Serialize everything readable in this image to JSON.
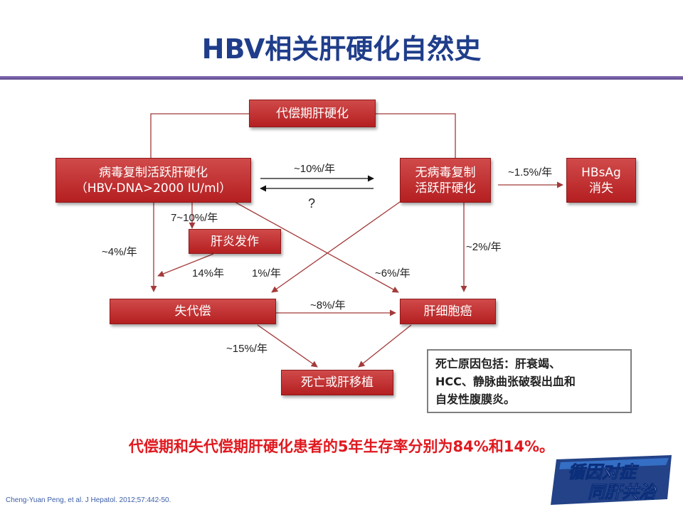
{
  "title": "HBV相关肝硬化自然史",
  "nodes": {
    "compensated": "代偿期肝硬化",
    "active_line1": "病毒复制活跃肝硬化",
    "active_line2": "（HBV-DNA>2000 IU/ml）",
    "inactive_line1": "无病毒复制",
    "inactive_line2": "活跃肝硬化",
    "hbsag_line1": "HBsAg",
    "hbsag_line2": "消失",
    "flare": "肝炎发作",
    "decompensation": "失代偿",
    "hcc": "肝细胞癌",
    "death": "死亡或肝移植"
  },
  "labels": {
    "active_to_inactive": "~10%/年",
    "inactive_to_active": "?",
    "inactive_to_hbsag": "~1.5%/年",
    "active_to_flare": "7~10%/年",
    "active_to_decomp": "~4%/年",
    "flare_to_decomp": "14%年",
    "inactive_to_decomp": "1%/年",
    "active_to_hcc": "~6%/年",
    "inactive_to_hcc": "~2%/年",
    "decomp_to_hcc": "~8%/年",
    "decomp_to_death": "~15%/年"
  },
  "note": {
    "line1": "死亡原因包括：肝衰竭、",
    "line2": "HCC、静脉曲张破裂出血和",
    "line3": "自发性腹膜炎。"
  },
  "summary": "代偿期和失代偿期肝硬化患者的5年生存率分别为84%和14%。",
  "citation": "Cheng-Yuan Peng, et al. J Hepatol. 2012;57:442-50.",
  "logo": {
    "line1": "循因对症",
    "line2": "同肝共治"
  },
  "colors": {
    "node_fill": "#c0292b",
    "arrow": "#a33a3a",
    "title": "#1f3d8a",
    "summary": "#e0191f",
    "rule": "#6f5a9e"
  }
}
